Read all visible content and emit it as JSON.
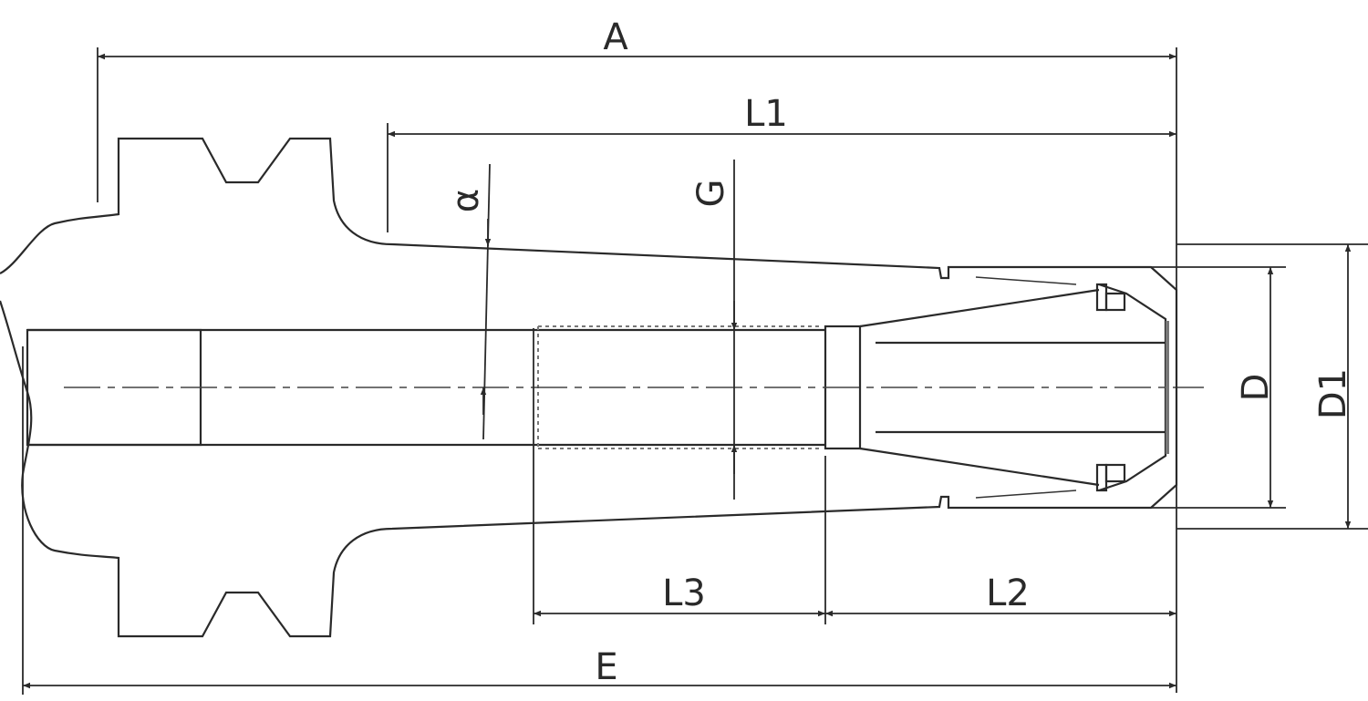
{
  "drawing": {
    "title": "Collet chuck holder dimension drawing",
    "labels": {
      "A": "A",
      "L1": "L1",
      "G": "G",
      "alpha": "α",
      "D": "D",
      "D1": "D1",
      "L3": "L3",
      "L2": "L2",
      "E": "E"
    },
    "line_color": "#2a2a2a"
  }
}
